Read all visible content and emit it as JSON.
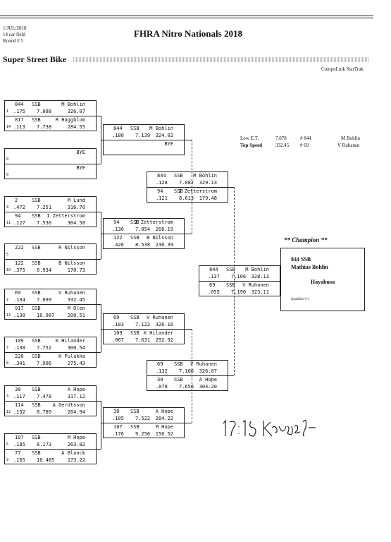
{
  "header": {
    "date": "1/JUL/2018",
    "field": "14 car field",
    "round": "Round # 5",
    "title": "FHRA Nitro Nationals 2018",
    "category": "Super Street Bike",
    "software": "CompuLink StarTrak"
  },
  "stats": {
    "low_et_label": "Low  E.T.",
    "low_et_value": "7.078",
    "low_et_car": "# 844",
    "low_et_driver": "M Bohlin",
    "top_speed_label": "Top Speed",
    "top_speed_value": "332.45",
    "top_speed_car": "# 69",
    "top_speed_driver": "V Ruhanen"
  },
  "champion": {
    "heading": "** Champion **",
    "car": "844   SSB",
    "driver": "Mathias Bohlin",
    "bike": "Hayabusa",
    "qualified": "Qualified # 1"
  },
  "round1": [
    {
      "a": {
        "car": "844",
        "cls": "SSB",
        "driver": "M Bohlin",
        "seed": "1",
        "rt": ".175",
        "et": "7.088",
        "mph": "326.07"
      },
      "b": {
        "car": "817",
        "cls": "SSB",
        "driver": "R Haggblom",
        "seed": "14",
        "rt": ".113",
        "et": "7.738",
        "mph": "284.55"
      }
    },
    {
      "a": {
        "car": "",
        "cls": "",
        "driver": "BYE",
        "seed": "0",
        "rt": "",
        "et": "",
        "mph": ""
      },
      "b": {
        "car": "",
        "cls": "",
        "driver": "BYE",
        "seed": "0",
        "rt": "",
        "et": "",
        "mph": ""
      }
    },
    {
      "a": {
        "car": "2",
        "cls": "SSB",
        "driver": "M Lund",
        "seed": "4",
        "rt": ".472",
        "et": "7.251",
        "mph": "316.70"
      },
      "b": {
        "car": "94",
        "cls": "SSB",
        "driver": "I Zetterstrom",
        "seed": "11",
        "rt": ".127",
        "et": "7.530",
        "mph": "304.58"
      }
    },
    {
      "a": {
        "car": "222",
        "cls": "SSB",
        "driver": "R Nilsson",
        "seed": "5",
        "rt": "",
        "et": "",
        "mph": ""
      },
      "b": {
        "car": "122",
        "cls": "SSB",
        "driver": "B Nilsson",
        "seed": "10",
        "rt": ".375",
        "et": "8.934",
        "mph": "170.73"
      }
    },
    {
      "a": {
        "car": "69",
        "cls": "SSB",
        "driver": "V Ruhanen",
        "seed": "2",
        "rt": ".134",
        "et": "7.099",
        "mph": "332.45"
      },
      "b": {
        "car": "917",
        "cls": "SSB",
        "driver": "M Olen",
        "seed": "13",
        "rt": ".138",
        "et": "10.987",
        "mph": "200.51"
      }
    },
    {
      "a": {
        "car": "109",
        "cls": "SSB",
        "driver": "K Hilander",
        "seed": "7",
        "rt": ".138",
        "et": "7.752",
        "mph": "300.54"
      },
      "b": {
        "car": "220",
        "cls": "SSB",
        "driver": "K Pulakka",
        "seed": "8",
        "rt": ".341",
        "et": "7.906",
        "mph": "275.43"
      }
    },
    {
      "a": {
        "car": "30",
        "cls": "SSB",
        "driver": "A Hope",
        "seed": "3",
        "rt": ".117",
        "et": "7.478",
        "mph": "317.12"
      },
      "b": {
        "car": "114",
        "cls": "SSB",
        "driver": "A Gerdtsson",
        "seed": "12",
        "rt": ".152",
        "et": "8.789",
        "mph": "204.94"
      }
    },
    {
      "a": {
        "car": "107",
        "cls": "SSB",
        "driver": "M Hope",
        "seed": "6",
        "rt": ".185",
        "et": "8.173",
        "mph": "263.82"
      },
      "b": {
        "car": "77",
        "cls": "SSB",
        "driver": "A Blanck",
        "seed": "9",
        "rt": ".165",
        "et": "10.485",
        "mph": "173.22"
      }
    }
  ],
  "round2": [
    {
      "a": {
        "car": "844",
        "cls": "SSB",
        "driver": "M Bohlin",
        "rt": ".180",
        "et": "7.139",
        "mph": "324.02"
      },
      "b": {
        "car": "",
        "cls": "",
        "driver": "BYE",
        "rt": "",
        "et": "",
        "mph": ""
      }
    },
    {
      "a": {
        "car": "94",
        "cls": "SSB",
        "driver": "I Zetterstrom",
        "rt": ".136",
        "et": "7.854",
        "mph": "268.19"
      },
      "b": {
        "car": "122",
        "cls": "SSB",
        "driver": "B Nilsson",
        "rt": ".426",
        "et": "8.538",
        "mph": "230.39"
      }
    },
    {
      "a": {
        "car": "69",
        "cls": "SSB",
        "driver": "V Ruhanen",
        "rt": ".103",
        "et": "7.122",
        "mph": "326.16"
      },
      "b": {
        "car": "109",
        "cls": "SSB",
        "driver": "K Hilander",
        "rt": ".067",
        "et": "7.631",
        "mph": "292.92"
      }
    },
    {
      "a": {
        "car": "30",
        "cls": "SSB",
        "driver": "A Hope",
        "rt": ".105",
        "et": "7.522",
        "mph": "284.22"
      },
      "b": {
        "car": "107",
        "cls": "SSB",
        "driver": "M Hope",
        "rt": ".176",
        "et": "9.256",
        "mph": "150.52"
      }
    }
  ],
  "round3": [
    {
      "a": {
        "car": "844",
        "cls": "SSB",
        "driver": "M Bohlin",
        "rt": ".128",
        "et": "7.082",
        "mph": "329.13"
      },
      "b": {
        "car": "94",
        "cls": "SSB",
        "driver": "I Zetterstrom",
        "rt": ".121",
        "et": "8.613",
        "mph": "179.48"
      }
    },
    {
      "a": {
        "car": "69",
        "cls": "SSB",
        "driver": "V Ruhanen",
        "rt": ".132",
        "et": "7.106",
        "mph": "326.07"
      },
      "b": {
        "car": "30",
        "cls": "SSB",
        "driver": "A Hope",
        "rt": ".078",
        "et": "7.656",
        "mph": "304.20"
      }
    }
  ],
  "final": [
    {
      "a": {
        "car": "844",
        "cls": "SSB",
        "driver": "M Bohlin",
        "rt": ".137",
        "et": "7.106",
        "mph": "328.13"
      },
      "b": {
        "car": "69",
        "cls": "SSB",
        "driver": "V Ruhanen",
        "rt": ".055",
        "et": "7.190",
        "mph": "323.11"
      }
    }
  ],
  "handwritten_note": "17:15 Kaujuof"
}
